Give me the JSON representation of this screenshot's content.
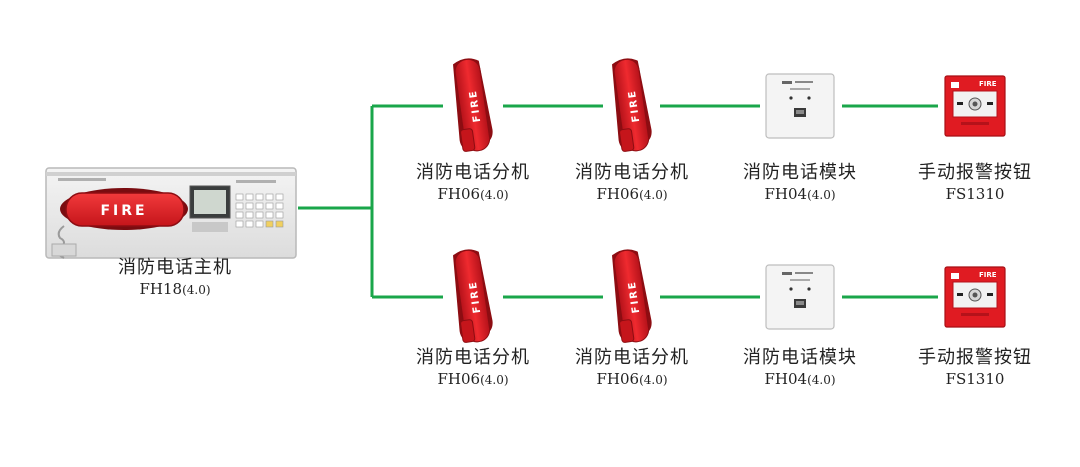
{
  "host": {
    "name": "消防电话主机",
    "model": "FH18",
    "version": "(4.0)",
    "panel_text": "FIRE"
  },
  "rows": [
    {
      "devices": [
        {
          "name": "消防电话分机",
          "model": "FH06",
          "version": "(4.0)",
          "icon": "fire-telephone-handset"
        },
        {
          "name": "消防电话分机",
          "model": "FH06",
          "version": "(4.0)",
          "icon": "fire-telephone-handset"
        },
        {
          "name": "消防电话模块",
          "model": "FH04",
          "version": "(4.0)",
          "icon": "telephone-jack-module"
        },
        {
          "name": "手动报警按钮",
          "model": "FS1310",
          "version": "",
          "icon": "manual-call-point"
        }
      ]
    },
    {
      "devices": [
        {
          "name": "消防电话分机",
          "model": "FH06",
          "version": "(4.0)",
          "icon": "fire-telephone-handset"
        },
        {
          "name": "消防电话分机",
          "model": "FH06",
          "version": "(4.0)",
          "icon": "fire-telephone-handset"
        },
        {
          "name": "消防电话模块",
          "model": "FH04",
          "version": "(4.0)",
          "icon": "telephone-jack-module"
        },
        {
          "name": "手动报警按钮",
          "model": "FS1310",
          "version": "",
          "icon": "manual-call-point"
        }
      ]
    }
  ],
  "handset_text": "FIRE",
  "call_point_text": "FIRE",
  "colors": {
    "line": "#1aa64a",
    "fire_red": "#e01b22",
    "dark_red": "#a80f14",
    "panel_gray": "#e8e8e8",
    "module_white": "#f4f4f4"
  }
}
